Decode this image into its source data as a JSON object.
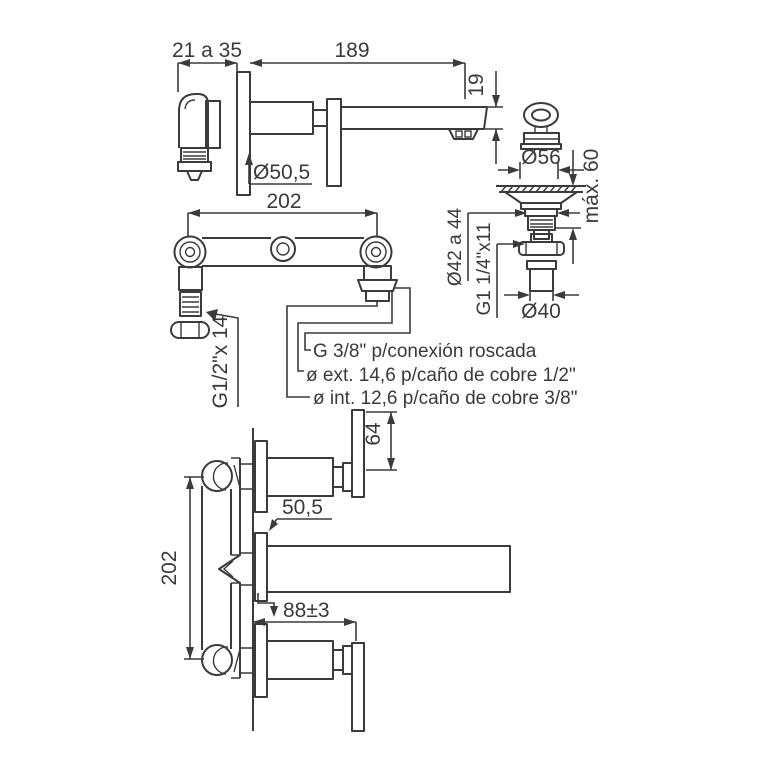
{
  "title": "Wall-mounted basin mixer technical drawing",
  "colors": {
    "background": "#ffffff",
    "line": "#3b3b3b"
  },
  "spout_view": {
    "offset_range": "21 a 35",
    "spout_length": "189",
    "spout_height": "19",
    "flange_diameter": "Ø50,5"
  },
  "manifold_view": {
    "width": "202",
    "left_connection_thread": "G1/2\"x 14"
  },
  "connection_notes": {
    "note_thread": "G 3/8\" p/conexión roscada",
    "note_ext": "ø ext. 14,6 p/caño de cobre 1/2\"",
    "note_int": "ø int. 12,6 p/caño de cobre 3/8\""
  },
  "drain_view": {
    "plug_diameter": "Ø56",
    "max_wall": "máx. 60",
    "hole_diameter": "Ø42 a 44",
    "thread": "G1 1/4\"x11",
    "tail_diameter": "Ø40"
  },
  "installation_view": {
    "handle_length": "64",
    "escutcheon_diameter": "50,5",
    "centers_distance": "202",
    "projection": "88±3"
  }
}
